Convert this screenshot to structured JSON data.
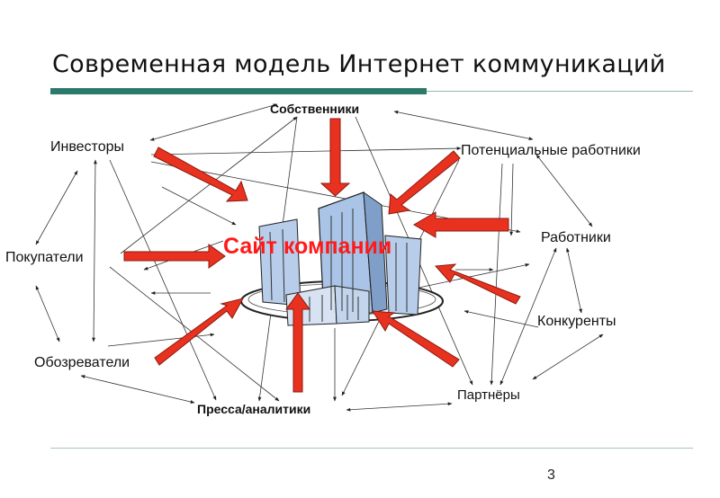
{
  "title": "Современная модель Интернет коммуникаций",
  "page_number": "3",
  "center_label": "Сайт компании",
  "nodes": {
    "owners": "Собственники",
    "investors": "Инвесторы",
    "potential_workers": "Потенциальные работники",
    "workers": "Работники",
    "buyers": "Покупатели",
    "competitors": "Конкуренты",
    "reviewers": "Обозреватели",
    "partners": "Партнёры",
    "press": "Пресса/аналитики"
  },
  "colors": {
    "accent_teal": "#2c7a6b",
    "arrow_red": "#e8321f",
    "center_text": "#ff1a1a",
    "building_blue": "#a9c4e6"
  }
}
